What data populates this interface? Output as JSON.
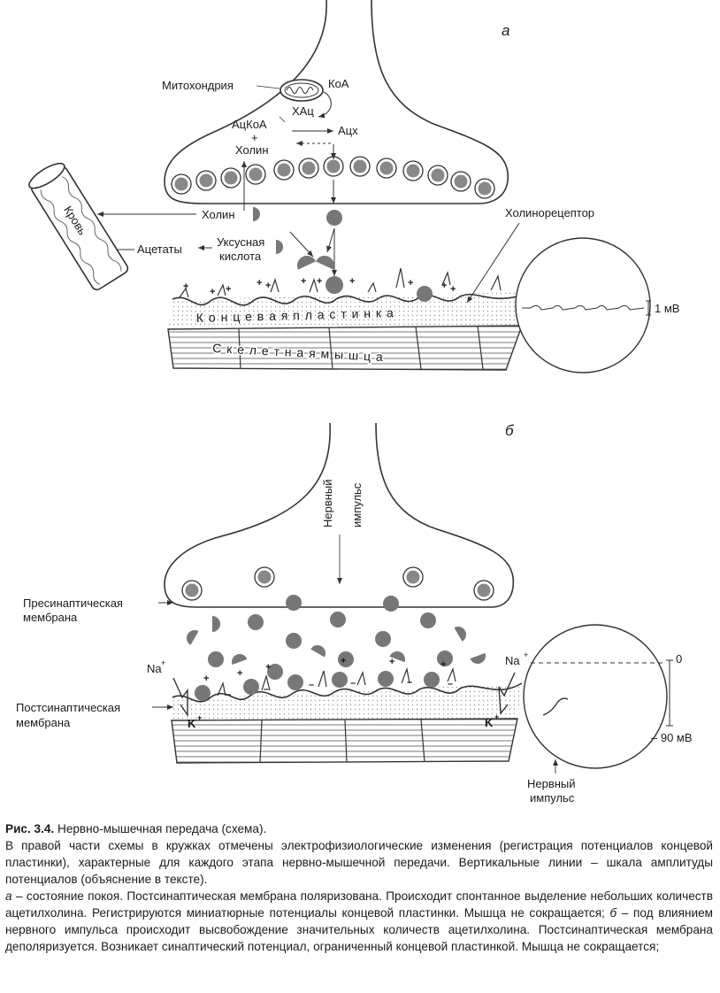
{
  "panel_a": {
    "letter": "а",
    "mitochondria": "Митохондрия",
    "coa": "КоА",
    "chat": "ХАц",
    "acetyl_coa": "АцКоА",
    "plus": "+",
    "choline_top": "Холин",
    "ach": "Ацх",
    "blood": "Кровь",
    "choline": "Холин",
    "acetates": "Ацетаты",
    "acetic_acid_1": "Уксусная",
    "acetic_acid_2": "кислота",
    "cholinoreceptor": "Холинорецептор",
    "end_plate": "К о н ц е в а я   п л а с т и н к а",
    "skeletal_muscle": "С к е л е т н а я   м ы ш ц а",
    "scale": "1 мВ"
  },
  "panel_b": {
    "letter": "б",
    "impulse_1": "Нервный",
    "impulse_2": "импульс",
    "presyn_1": "Пресинаптическая",
    "presyn_2": "мембрана",
    "postsyn_1": "Постсинаптическая",
    "postsyn_2": "мембрана",
    "na": "Na",
    "k": "K",
    "zero": "0",
    "minus90": "– 90 мВ",
    "bottom_impulse_1": "Нервный",
    "bottom_impulse_2": "импульс"
  },
  "caption": {
    "fig_label": "Рис. 3.4.",
    "fig_title": " Нервно-мышечная передача (схема).",
    "para1": "В правой части схемы в кружках отмечены электрофизиологические изменения (регистрация потенциалов концевой пластинки), характерные для каждого этапа нервно-мышечной передачи. Вертикальные линии – шкала амплитуды потенциалов (объяснение в тексте).",
    "para2_a": "а",
    "para2_a_text": " – состояние покоя. Постсинаптическая мембрана поляризована. Происходит спонтанное выделение небольших количеств ацетилхолина. Регистрируются миниатюрные потенциалы концевой пластинки. Мышца не сокращается; ",
    "para2_b": "б",
    "para2_b_text": " – под влиянием нервного импульса происходит высвобождение значительных количеств ацетилхолина. Постсинаптическая мембрана деполяризуется. Возникает синаптический потенциал, ограниченный концевой пластинкой. Мышца не сокращается;"
  }
}
